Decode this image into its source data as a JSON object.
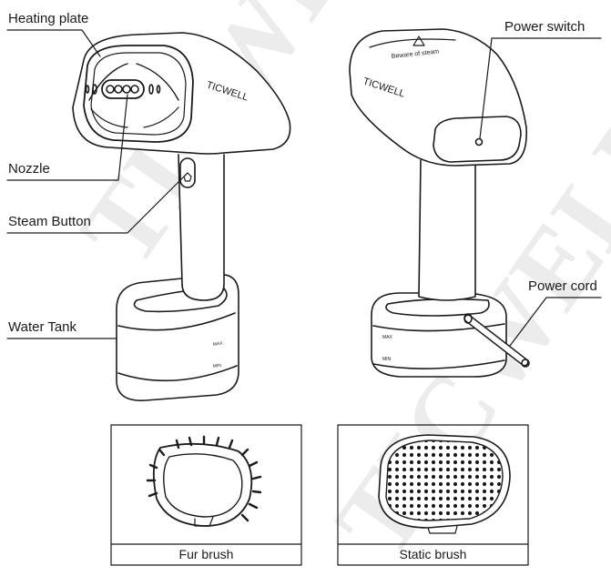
{
  "labels": {
    "heating_plate": "Heating  plate",
    "nozzle": "Nozzle",
    "steam_button": "Steam Button",
    "water_tank": "Water Tank",
    "power_switch": "Power switch",
    "power_cord": "Power cord"
  },
  "brand": "TICWELL",
  "warning": "Beware of steam",
  "tank_marks": {
    "max": "MAX",
    "min": "MIN"
  },
  "accessories": {
    "fur_brush": "Fur brush",
    "static_brush": "Static brush"
  },
  "watermark": "TICWELL",
  "colors": {
    "line": "#1a1a1a",
    "plate": "#dcdcdc",
    "watermark": "#ececec"
  }
}
